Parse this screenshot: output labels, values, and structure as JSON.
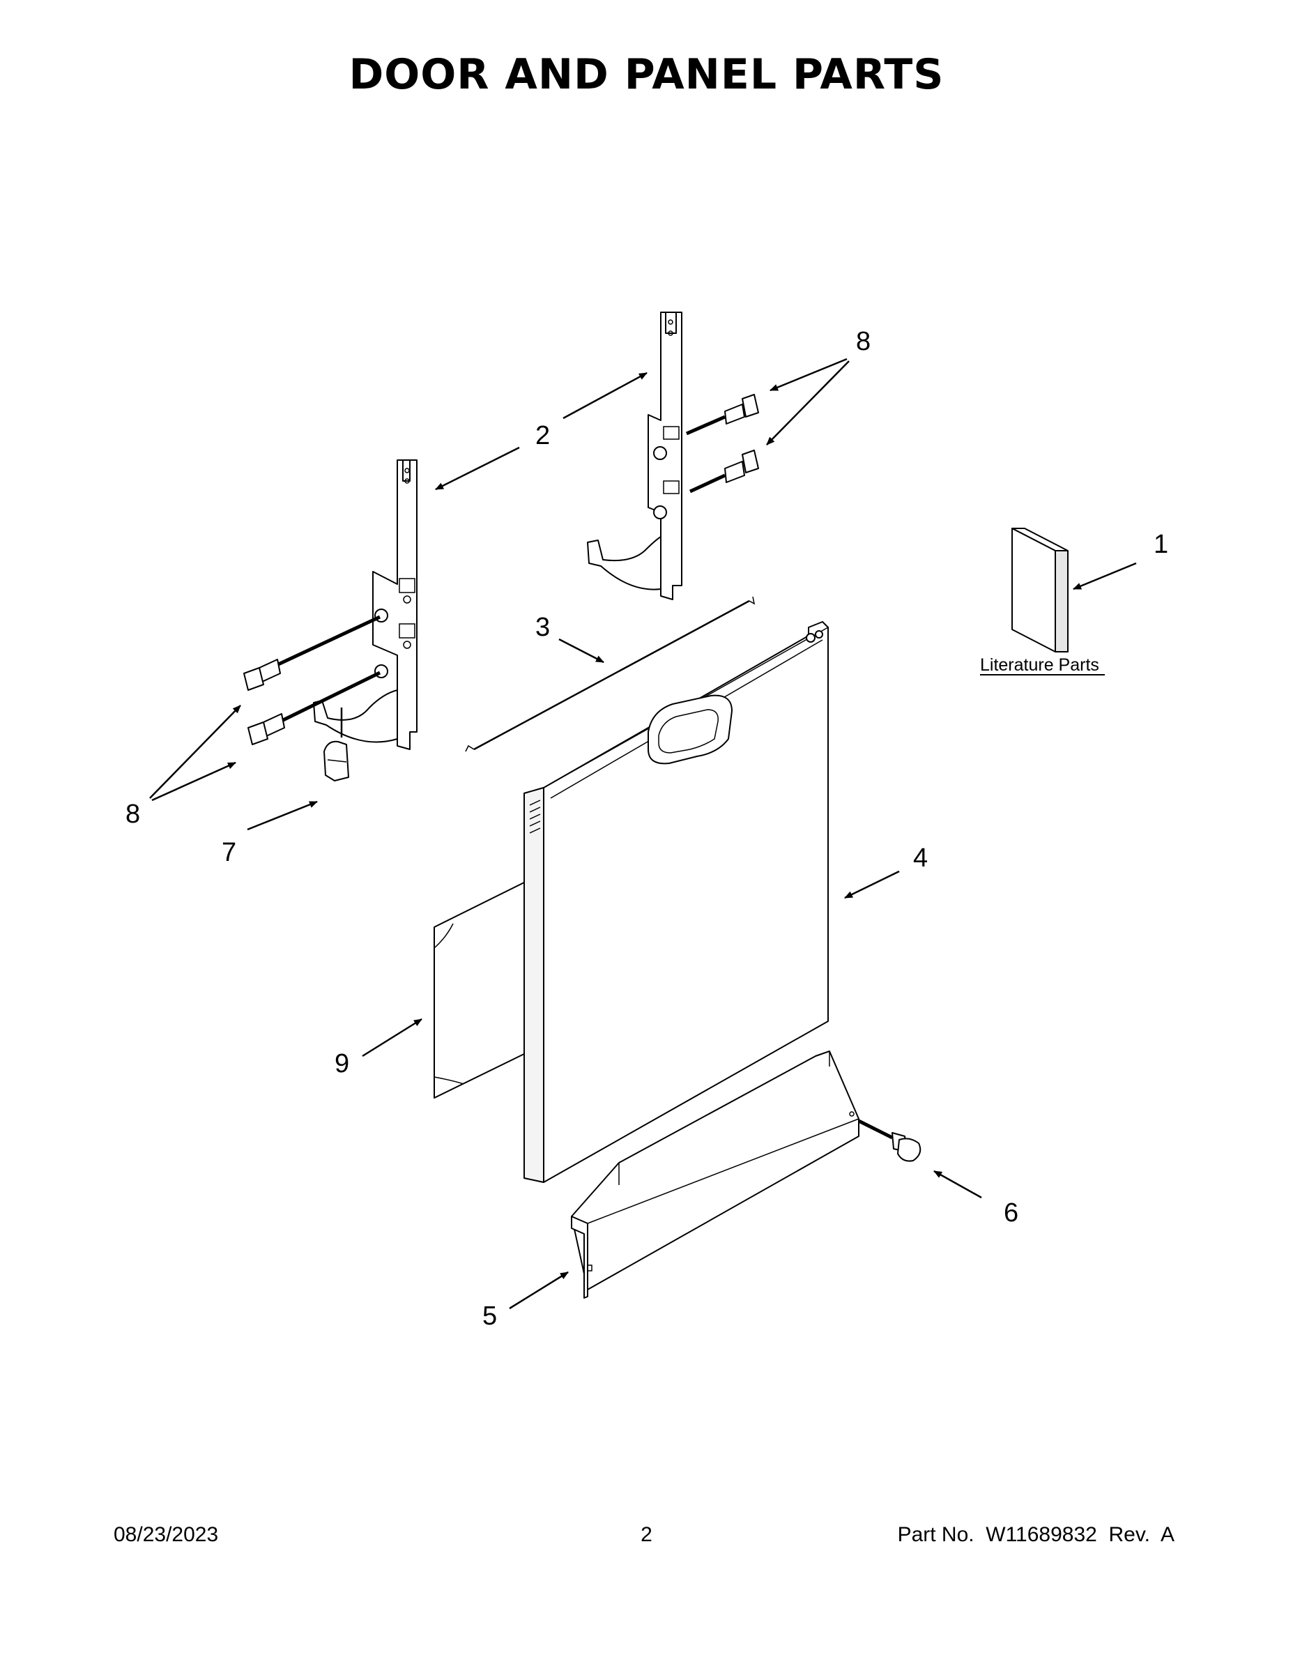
{
  "title": "DOOR AND PANEL PARTS",
  "footer": {
    "date": "08/23/2023",
    "page": "2",
    "part_number": "Part No.  W11689832  Rev.  A"
  },
  "literature_label": "Literature Parts",
  "callouts": {
    "c1": "1",
    "c2": "2",
    "c3": "3",
    "c4": "4",
    "c5": "5",
    "c6": "6",
    "c7": "7",
    "c8_right": "8",
    "c8_left": "8",
    "c9": "9"
  }
}
